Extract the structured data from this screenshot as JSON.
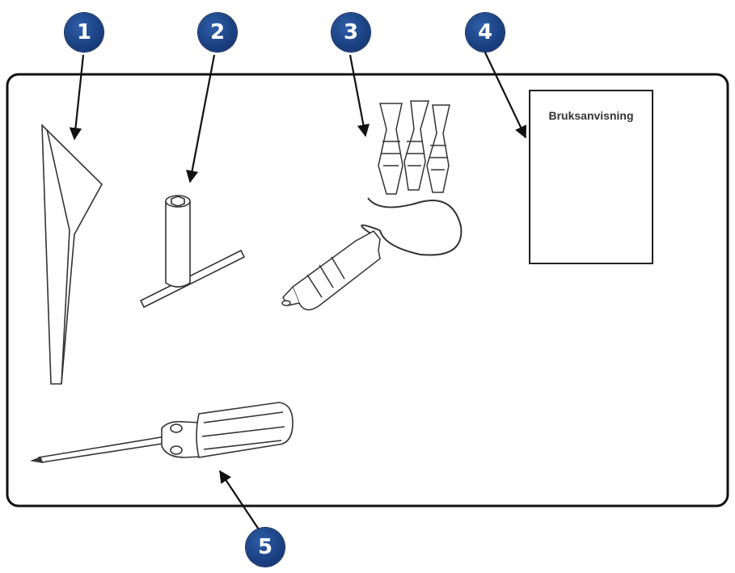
{
  "callouts": [
    {
      "number": "1",
      "item": "funnel"
    },
    {
      "number": "2",
      "item": "t-handle-socket-wrench"
    },
    {
      "number": "3",
      "item": "battery-clamps-with-cigarette-lighter-plug"
    },
    {
      "number": "4",
      "item": "user-manual"
    },
    {
      "number": "5",
      "item": "screwdriver"
    }
  ],
  "manual": {
    "title": "Bruksanvisning"
  },
  "colors": {
    "badge": "#1a3f80",
    "line": "#222222"
  }
}
